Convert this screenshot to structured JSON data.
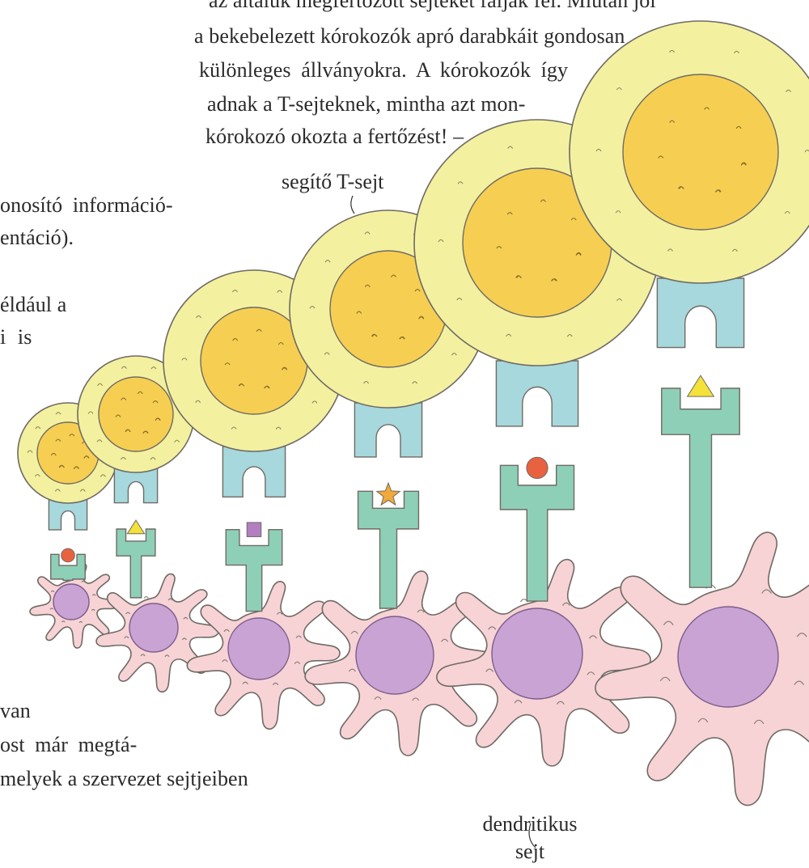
{
  "text": {
    "line1": "az általuk megfertőzött sejteket falják fel. Miután jól",
    "line2": "a bekebelezett kórokozók apró darabkáit gondosan",
    "line3": "különleges állványokra. A kórokozók így",
    "line4": "adnak a T-sejteknek, mintha azt mon-",
    "line5": "kórokozó okozta a fertőzést! –",
    "line6": "onosító információ-",
    "line7": "entáció).",
    "line8": "éldául a",
    "line9": "i is",
    "line10": "van",
    "line11": "ost már megtá-",
    "line12": "melyek a szervezet sejtjeiben"
  },
  "labels": {
    "helper_t_cell": "segítő T-sejt",
    "dendritic_cell_line1": "dendritikus",
    "dendritic_cell_line2": "sejt"
  },
  "colors": {
    "t_cell_outer": "#f3f1a0",
    "t_cell_inner": "#f6cf52",
    "receptor_blue": "#a6d8dd",
    "mhc_green": "#8ecfb8",
    "dendritic_pink": "#f7d3d6",
    "nucleus_purple": "#c8a3d4",
    "antigen_red": "#e8623f",
    "antigen_yellow": "#f4e13a",
    "antigen_purple": "#b27fc0",
    "antigen_orange": "#f0a93a"
  }
}
